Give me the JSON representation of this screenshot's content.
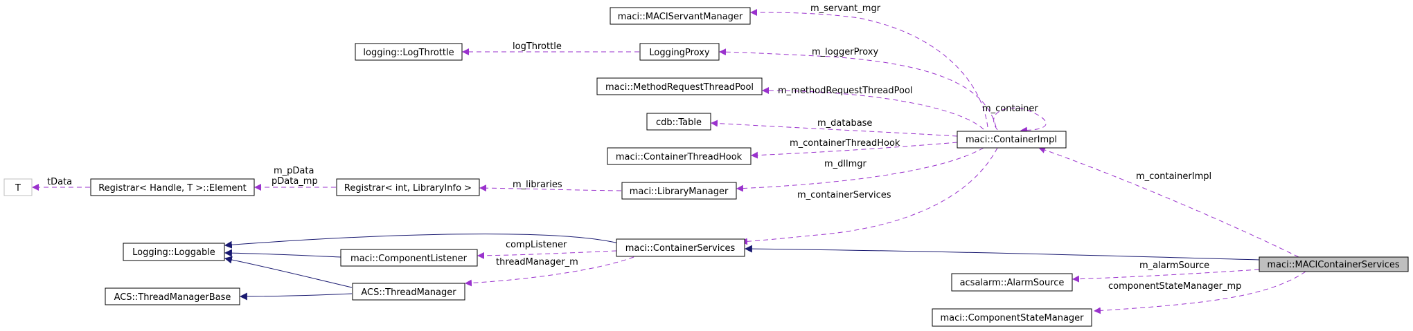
{
  "colors": {
    "usage_edge": "#9a32cd",
    "inheritance_edge": "#191970",
    "focus_fill": "#bfbfbf",
    "template_param_border": "#bfbfbf"
  },
  "nodes": {
    "maci_container_services_focus": "maci::MACIContainerServices",
    "maci_container_impl": "maci::ContainerImpl",
    "maci_servant_manager": "maci::MACIServantManager",
    "logging_proxy": "LoggingProxy",
    "log_throttle": "logging::LogThrottle",
    "method_request_thread_pool": "maci::MethodRequestThreadPool",
    "cdb_table": "cdb::Table",
    "container_thread_hook": "maci::ContainerThreadHook",
    "library_manager": "maci::LibraryManager",
    "registrar_int": "Registrar< int, LibraryInfo >",
    "registrar_element": "Registrar< Handle, T >::Element",
    "template_t": "T",
    "container_services": "maci::ContainerServices",
    "loggable": "Logging::Loggable",
    "component_listener": "maci::ComponentListener",
    "thread_manager": "ACS::ThreadManager",
    "thread_manager_base": "ACS::ThreadManagerBase",
    "alarm_source": "acsalarm::AlarmSource",
    "component_state_manager": "maci::ComponentStateManager"
  },
  "edge_labels": {
    "m_servant_mgr": "m_servant_mgr",
    "log_throttle": "logThrottle",
    "m_logger_proxy": "m_loggerProxy",
    "m_method_request_thread_pool": "m_methodRequestThreadPool",
    "m_container": "m_container",
    "m_database": "m_database",
    "m_container_thread_hook": "m_containerThreadHook",
    "m_dll_mgr": "m_dllmgr",
    "m_libraries": "m_libraries",
    "m_p_data": "m_pData",
    "p_data_mp": "pData_mp",
    "t_data": "tData",
    "m_container_services": "m_containerServices",
    "m_container_impl": "m_containerImpl",
    "comp_listener": "compListener",
    "thread_manager_m": "threadManager_m",
    "m_alarm_source": "m_alarmSource",
    "component_state_manager_mp": "componentStateManager_mp"
  }
}
